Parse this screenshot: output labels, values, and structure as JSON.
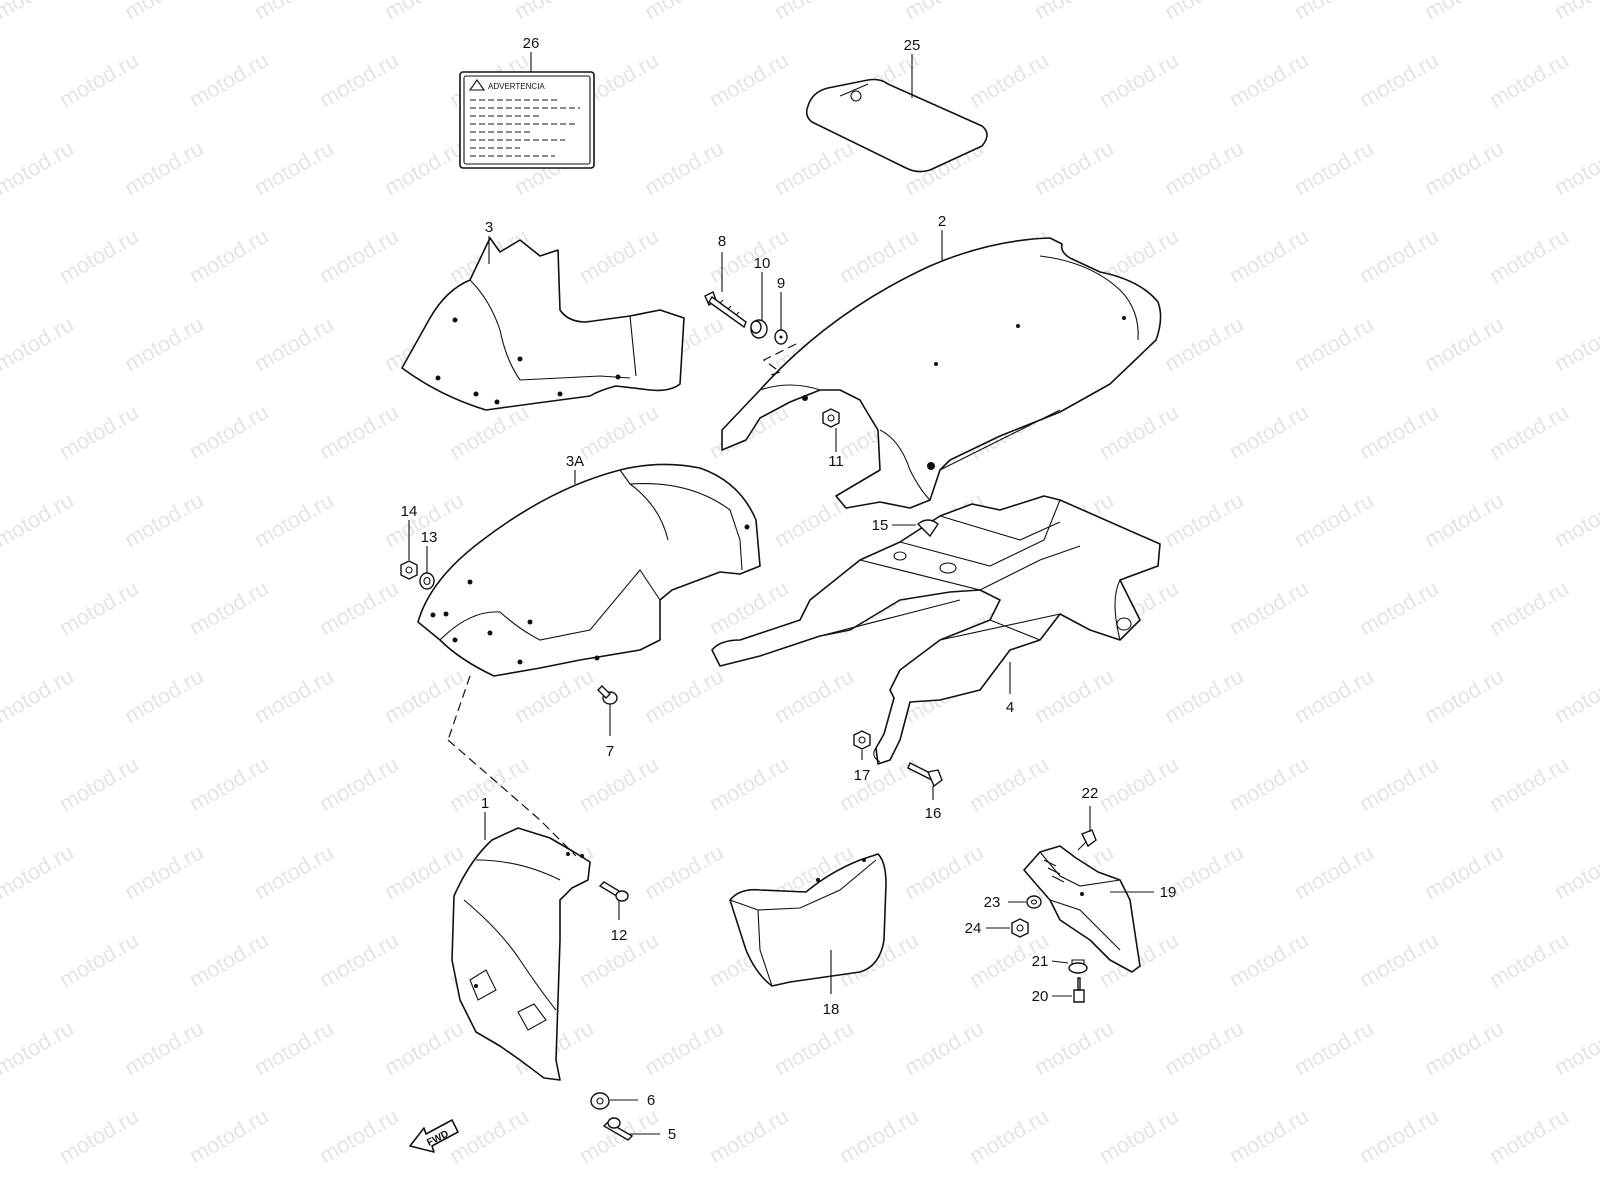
{
  "watermark": "motod.ru",
  "colors": {
    "line": "#111111",
    "background": "#ffffff",
    "watermark": "#e4e4e4"
  },
  "label_text": {
    "title": "ADVERTENCIA"
  },
  "fwd_text": "FWD",
  "callouts": [
    {
      "id": "26",
      "label": "26"
    },
    {
      "id": "25",
      "label": "25"
    },
    {
      "id": "3",
      "label": "3"
    },
    {
      "id": "8",
      "label": "8"
    },
    {
      "id": "10",
      "label": "10"
    },
    {
      "id": "9",
      "label": "9"
    },
    {
      "id": "2",
      "label": "2"
    },
    {
      "id": "11",
      "label": "11"
    },
    {
      "id": "3A",
      "label": "3A"
    },
    {
      "id": "14",
      "label": "14"
    },
    {
      "id": "13",
      "label": "13"
    },
    {
      "id": "15",
      "label": "15"
    },
    {
      "id": "7",
      "label": "7"
    },
    {
      "id": "4",
      "label": "4"
    },
    {
      "id": "17",
      "label": "17"
    },
    {
      "id": "16",
      "label": "16"
    },
    {
      "id": "22",
      "label": "22"
    },
    {
      "id": "1",
      "label": "1"
    },
    {
      "id": "12",
      "label": "12"
    },
    {
      "id": "19",
      "label": "19"
    },
    {
      "id": "23",
      "label": "23"
    },
    {
      "id": "24",
      "label": "24"
    },
    {
      "id": "18",
      "label": "18"
    },
    {
      "id": "21",
      "label": "21"
    },
    {
      "id": "20",
      "label": "20"
    },
    {
      "id": "6",
      "label": "6"
    },
    {
      "id": "5",
      "label": "5"
    }
  ]
}
